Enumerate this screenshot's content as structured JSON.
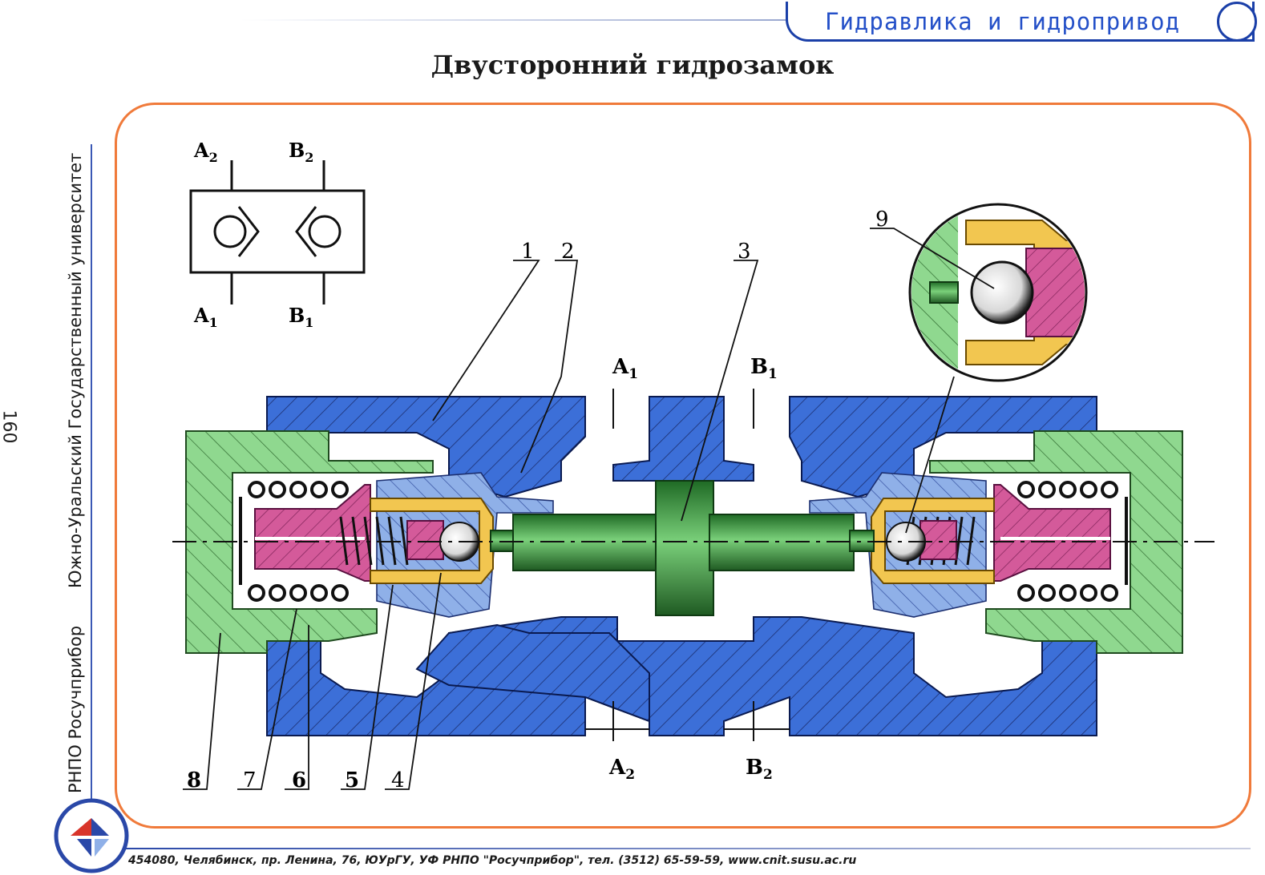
{
  "header": {
    "section_title": "Гидравлика и гидропривод"
  },
  "title": "Двусторонний гидрозамок",
  "sidebar": {
    "org": "РНПО Росучприбор",
    "university": "Южно-Уральский Государственный университет",
    "page_number": "160"
  },
  "footer": {
    "address": "454080, Челябинск, пр. Ленина, 76, ЮУрГУ, УФ РНПО \"Росучприбор\", тел. (3512) 65-59-59, www.cnit.susu.ac.ru"
  },
  "symbol": {
    "top_left": "A",
    "top_left_sub": "2",
    "top_right": "B",
    "top_right_sub": "2",
    "bottom_left": "A",
    "bottom_left_sub": "1",
    "bottom_right": "B",
    "bottom_right_sub": "1"
  },
  "ports": {
    "top_a": "A",
    "top_a_sub": "1",
    "top_b": "B",
    "top_b_sub": "1",
    "bottom_a": "A",
    "bottom_a_sub": "2",
    "bottom_b": "B",
    "bottom_b_sub": "2"
  },
  "callouts": [
    "1",
    "2",
    "3",
    "4",
    "5",
    "6",
    "7",
    "8",
    "9"
  ],
  "colors": {
    "body": "#3c6fd8",
    "body_light": "#8fb0e8",
    "cap": "#8fd88f",
    "piston": "#3fae4a",
    "spool": "#d45a9a",
    "seat": "#f2c650",
    "frame": "#f07a3a",
    "accent": "#1a3fa8"
  }
}
